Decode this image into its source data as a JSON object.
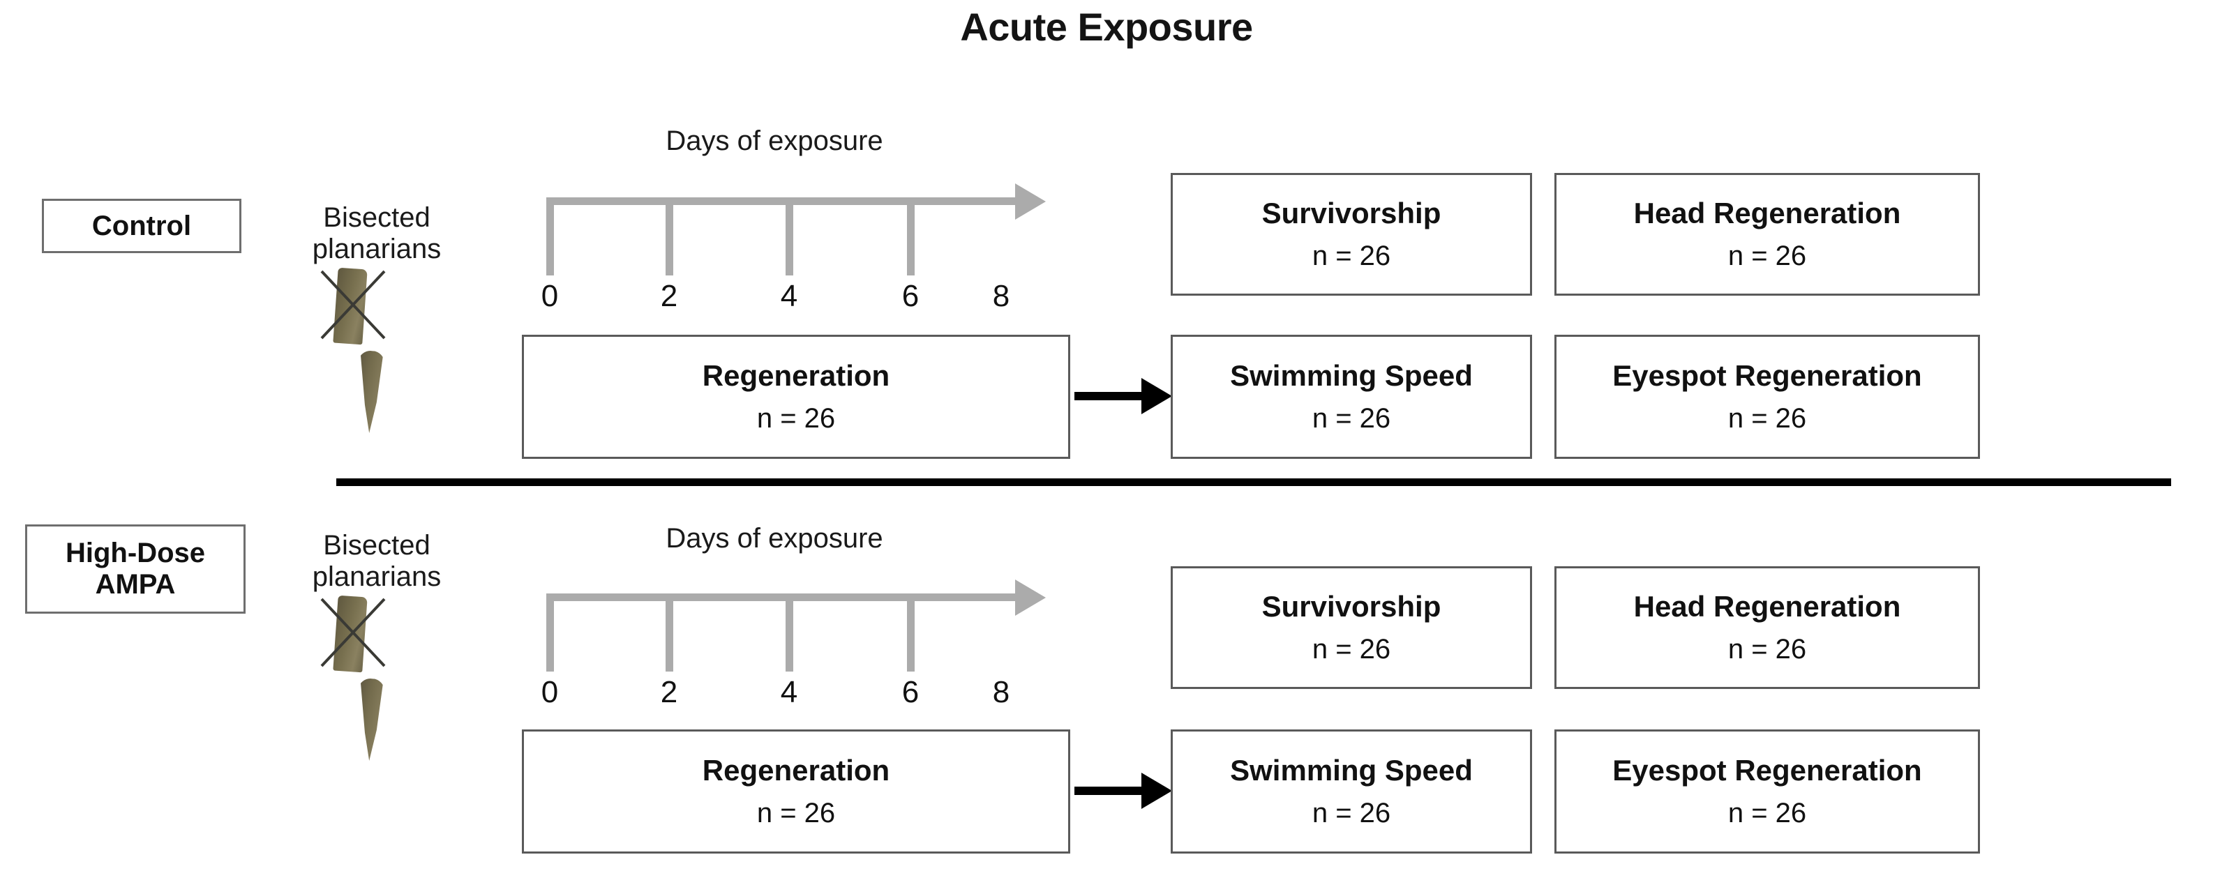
{
  "figure": {
    "title": "Acute Exposure"
  },
  "groups": [
    {
      "id": "control",
      "label": "Control",
      "specimen_label": "Bisected planarians",
      "specimen_icon": "bisected-planarian-icon",
      "timeline": {
        "label": "Days of exposure",
        "ticks": [
          "0",
          "2",
          "4",
          "6"
        ],
        "end_label": "8",
        "axis_color": "#ababab"
      },
      "regeneration": {
        "title": "Regeneration",
        "n": "n = 26"
      },
      "outcomes": [
        {
          "title": "Survivorship",
          "n": "n = 26"
        },
        {
          "title": "Head Regeneration",
          "n": "n = 26"
        },
        {
          "title": "Swimming Speed",
          "n": "n = 26"
        },
        {
          "title": "Eyespot Regeneration",
          "n": "n = 26"
        }
      ]
    },
    {
      "id": "high-dose-ampa",
      "label": "High-Dose AMPA",
      "label_line1": "High-Dose",
      "label_line2": "AMPA",
      "specimen_label": "Bisected planarians",
      "specimen_icon": "bisected-planarian-icon",
      "timeline": {
        "label": "Days of exposure",
        "ticks": [
          "0",
          "2",
          "4",
          "6"
        ],
        "end_label": "8",
        "axis_color": "#ababab"
      },
      "regeneration": {
        "title": "Regeneration",
        "n": "n = 26"
      },
      "outcomes": [
        {
          "title": "Survivorship",
          "n": "n = 26"
        },
        {
          "title": "Head Regeneration",
          "n": "n = 26"
        },
        {
          "title": "Swimming Speed",
          "n": "n = 26"
        },
        {
          "title": "Eyespot Regeneration",
          "n": "n = 26"
        }
      ]
    }
  ],
  "colors": {
    "timeline_gray": "#ababab",
    "divider_black": "#000000",
    "box_border": "#5a5a5a",
    "worm_body": "#6f6750"
  }
}
